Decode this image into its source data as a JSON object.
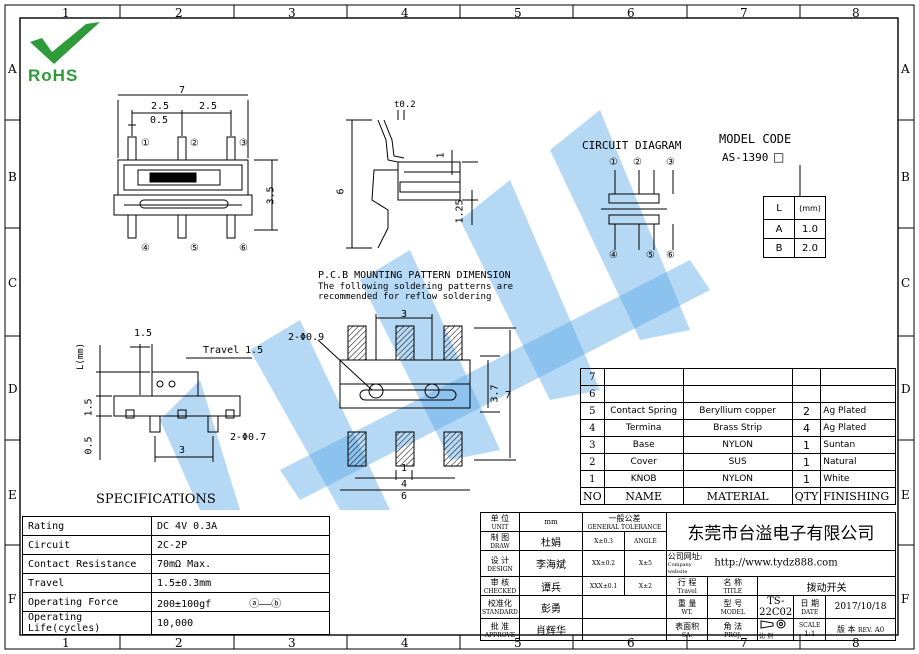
{
  "zones_top": [
    "1",
    "2",
    "3",
    "4",
    "5",
    "6",
    "7",
    "8"
  ],
  "zones_bottom": [
    "1",
    "2",
    "3",
    "4",
    "5",
    "6",
    "7",
    "8"
  ],
  "zones_left": [
    "A",
    "B",
    "C",
    "D",
    "E",
    "F"
  ],
  "zones_right": [
    "A",
    "B",
    "C",
    "D",
    "E",
    "F"
  ],
  "logo": {
    "text": "RoHS"
  },
  "drawing": {
    "top_view": {
      "dim_total": "7",
      "dim_left": "2.5",
      "dim_right": "2.5",
      "dim_pin": "0.5",
      "dim_height": "3.5",
      "pins_top": [
        "①",
        "②",
        "③"
      ],
      "pins_bottom": [
        "④",
        "⑤",
        "⑥"
      ]
    },
    "side_view": {
      "dim_thickness": "t0.2",
      "dim_height": "6",
      "dim_offset": "1",
      "dim_pin": "1.25"
    },
    "circuit": {
      "title": "CIRCUIT DIAGRAM",
      "pins_top": [
        "①",
        "②",
        "③"
      ],
      "pins_bottom": [
        "④",
        "⑤",
        "⑥"
      ]
    },
    "model": {
      "title": "MODEL CODE",
      "code": "AS-1390",
      "box": "□",
      "table": {
        "header": [
          "L",
          "(mm)"
        ],
        "rows": [
          [
            "A",
            "1.0"
          ],
          [
            "B",
            "2.0"
          ]
        ]
      }
    },
    "front_view": {
      "dim_15": "1.5",
      "travel": "Travel 1.5",
      "dim_l": "L(mm)",
      "dim_left_15": "1.5",
      "dim_05": "0.5",
      "dim_3": "3",
      "dim_hole": "2-Φ0.7"
    },
    "pcb": {
      "title": "P.C.B MOUNTING PATTERN DIMENSION",
      "note1": "The following soldering patterns are",
      "note2": "recommended for reflow soldering",
      "dim_top": "3",
      "dim_hole": "2-Φ0.9",
      "dim_37": "3.7",
      "dim_7": "7",
      "dim_1": "1",
      "dim_4": "4",
      "dim_6": "6"
    }
  },
  "bom": {
    "rows": [
      {
        "no": "7",
        "name": "",
        "material": "",
        "qty": "",
        "finishing": ""
      },
      {
        "no": "6",
        "name": "",
        "material": "",
        "qty": "",
        "finishing": ""
      },
      {
        "no": "5",
        "name": "Contact Spring",
        "material": "Beryllium copper",
        "qty": "2",
        "finishing": "Ag Plated"
      },
      {
        "no": "4",
        "name": "Termina",
        "material": "Brass Strip",
        "qty": "4",
        "finishing": "Ag Plated"
      },
      {
        "no": "3",
        "name": "Base",
        "material": "NYLON",
        "qty": "1",
        "finishing": "Suntan"
      },
      {
        "no": "2",
        "name": "Cover",
        "material": "SUS",
        "qty": "1",
        "finishing": "Natural"
      },
      {
        "no": "1",
        "name": "KNOB",
        "material": "NYLON",
        "qty": "1",
        "finishing": "White"
      }
    ],
    "header": {
      "no": "NO",
      "name": "NAME",
      "material": "MATERIAL",
      "qty": "QTY",
      "finishing": "FINISHING"
    }
  },
  "specs": {
    "heading": "SPECIFICATIONS",
    "rows": [
      {
        "k": "Rating",
        "v": "DC 4V 0.3A"
      },
      {
        "k": "Circuit",
        "v": "2C-2P"
      },
      {
        "k": "Contact Resistance",
        "v": "70mΩ Max."
      },
      {
        "k": "Travel",
        "v": "1.5±0.3mm"
      },
      {
        "k": "Operating Force",
        "v": "200±100gf",
        "extra": "ⓐ——ⓑ"
      },
      {
        "k": "Operating Life(cycles)",
        "v": "10,000"
      }
    ]
  },
  "titleblock": {
    "unit_label": "单 位",
    "unit_en": "UNIT",
    "unit": "mm",
    "tol_label": "一般公差",
    "tol_en": "GENERAL TOLERANCE",
    "tol_x": "X±0.3",
    "tol_ang": "ANGLE",
    "tol_xx": "XX±0.2",
    "tol_x5": "X±5",
    "tol_xxx": "XXX±0.1",
    "tol_x2": "X±2",
    "draw_label": "制 图",
    "draw_en": "DRAW",
    "draw": "杜娟",
    "design_label": "设 计",
    "design_en": "DESIGN",
    "design": "李海斌",
    "check_label": "审 核",
    "check_en": "CHECKED",
    "check": "谭兵",
    "std_label": "校准化",
    "std_en": "STANDARD",
    "std": "彭勇",
    "appr_label": "批 准",
    "appr_en": "APPROVE",
    "appr": "肖辉华",
    "company": "东莞市台溢电子有限公司",
    "website_label": "公司网址:",
    "website_en": "Company website",
    "website": "http://www.tydz888.com",
    "travel_label": "行 程",
    "travel_en": "Travel",
    "weight_label": "重 量",
    "weight_en": "WT.",
    "area_label": "表面积",
    "area_en": "SA.",
    "name_label": "名 称",
    "name_en": "TITLE",
    "name": "拨动开关",
    "model_label": "型 号",
    "model_en": "MODEL",
    "model": "TS-22C02",
    "date_label": "日 期",
    "date_en": "DATE",
    "date": "2017/10/18",
    "proj_label": "角 法",
    "proj_en": "PROJ.",
    "scale_label": "比 例",
    "scale_en": "SCALE",
    "scale": "1:1",
    "rev_label": "版 本",
    "rev_en": "REV.",
    "rev": "A0"
  }
}
